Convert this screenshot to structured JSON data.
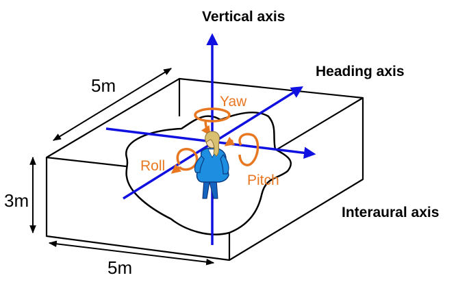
{
  "labels": {
    "vertical_axis": "Vertical axis",
    "heading_axis": "Heading axis",
    "interaural_axis": "Interaural axis",
    "yaw": "Yaw",
    "roll": "Roll",
    "pitch": "Pitch",
    "depth_dim": "5m",
    "height_dim": "3m",
    "width_dim": "5m"
  },
  "colors": {
    "axis_blue": "#1010e0",
    "rotation_orange": "#e87722",
    "box_line": "#000000",
    "person_suit": "#1e8fe0",
    "person_hair": "#d8c070"
  }
}
